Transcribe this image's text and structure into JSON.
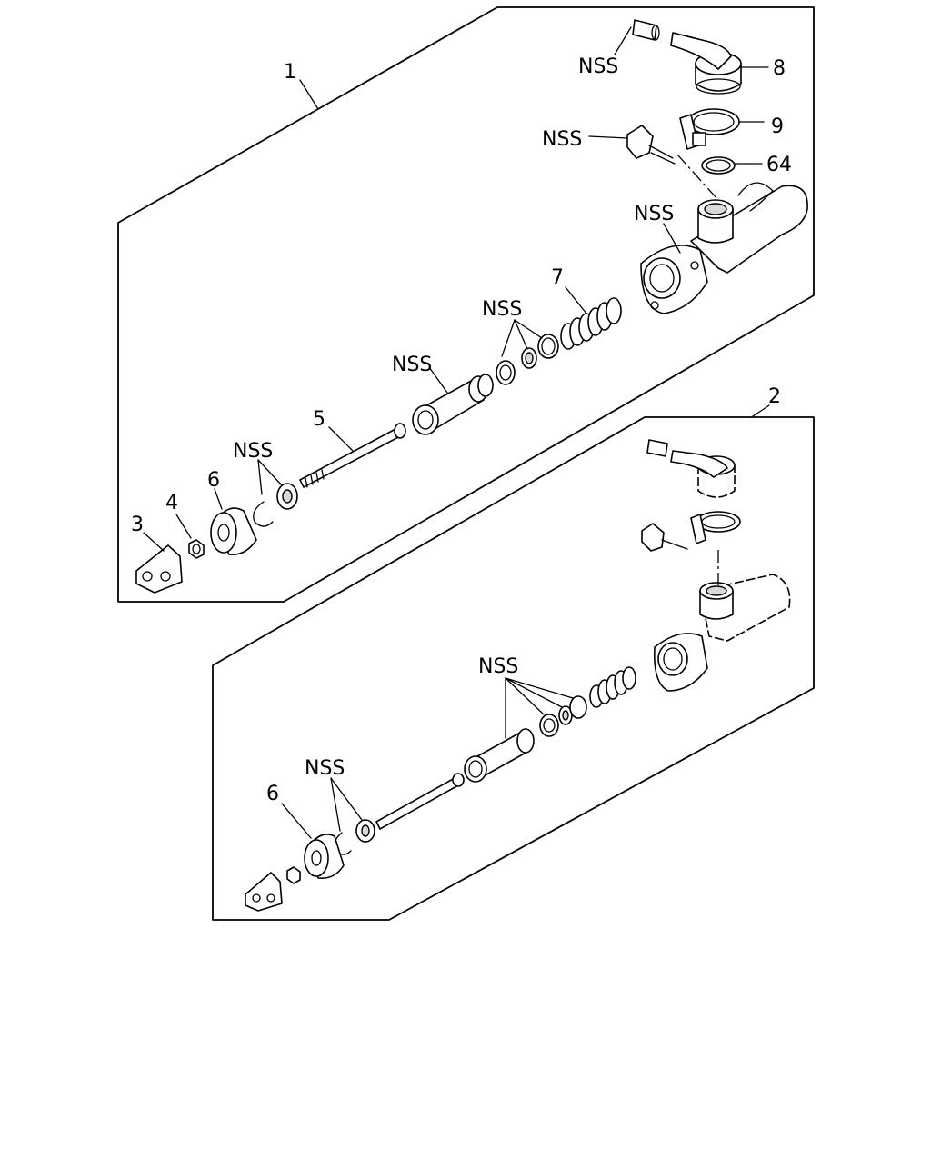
{
  "panels": [
    {
      "ref": "1",
      "labels": {
        "l3": "3",
        "l4": "4",
        "l5": "5",
        "l6": "6",
        "l7": "7",
        "l8": "8",
        "l9": "9",
        "l64": "64",
        "nss_a": "NSS",
        "nss_b": "NSS",
        "nss_c": "NSS",
        "nss_d": "NSS",
        "nss_e": "NSS",
        "nss_f": "NSS"
      }
    },
    {
      "ref": "2",
      "labels": {
        "l6": "6",
        "nss_a": "NSS",
        "nss_b": "NSS"
      }
    }
  ]
}
